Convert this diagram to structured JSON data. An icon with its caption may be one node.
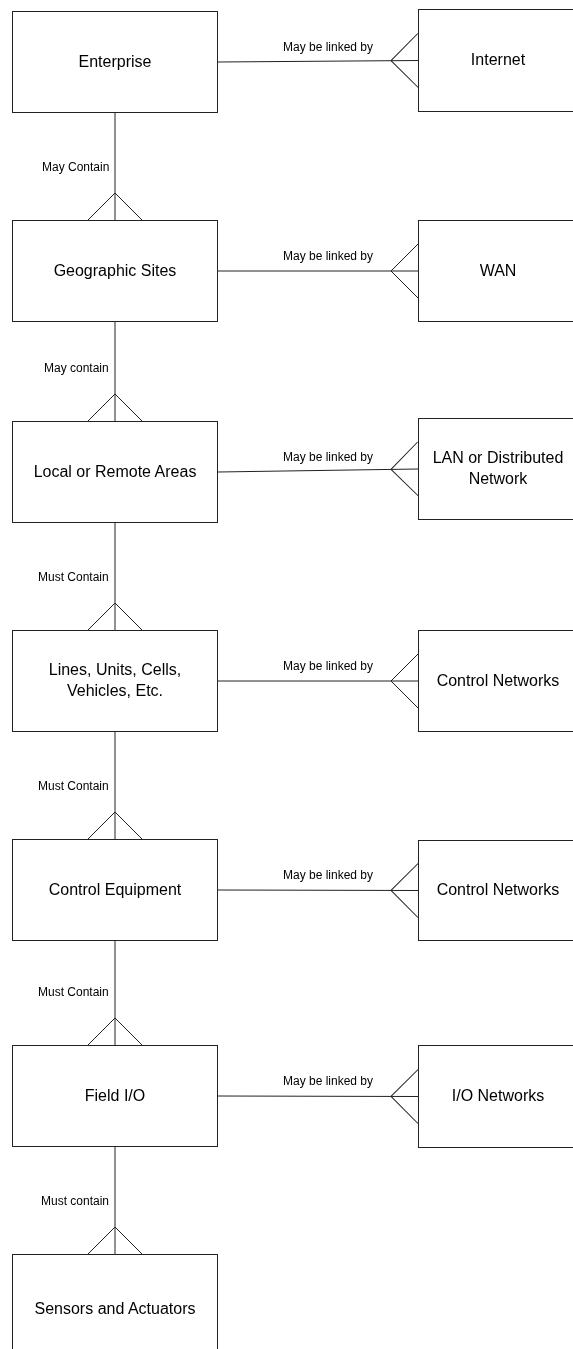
{
  "diagram": {
    "nodes": [
      {
        "text": [
          "Enterprise"
        ]
      },
      {
        "text": [
          "Internet"
        ]
      },
      {
        "text": [
          "Geographic Sites"
        ]
      },
      {
        "text": [
          "WAN"
        ]
      },
      {
        "text": [
          "Local or Remote Areas"
        ]
      },
      {
        "text": [
          "LAN or Distributed Network"
        ]
      },
      {
        "text": [
          "Lines, Units, Cells, Vehicles, Etc."
        ]
      },
      {
        "text": [
          "Control Networks"
        ]
      },
      {
        "text": [
          "Control Equipment"
        ]
      },
      {
        "text": [
          "Control Networks"
        ]
      },
      {
        "text": [
          "Field I/O"
        ]
      },
      {
        "text": [
          "I/O Networks"
        ]
      },
      {
        "text": [
          "Sensors and Actuators"
        ]
      }
    ],
    "edges": [
      {
        "from": 0,
        "to": 1,
        "arrow": "other",
        "label": "May be linked by"
      },
      {
        "from": 0,
        "to": 2,
        "arrow": "other",
        "label": "May Contain"
      },
      {
        "from": 2,
        "to": 3,
        "arrow": "other",
        "label": "May be linked by"
      },
      {
        "from": 2,
        "to": 4,
        "arrow": "other",
        "label": "May contain"
      },
      {
        "from": 4,
        "to": 5,
        "arrow": "other",
        "label": "May be linked by"
      },
      {
        "from": 4,
        "to": 6,
        "arrow": "other",
        "label": "Must Contain"
      },
      {
        "from": 6,
        "to": 7,
        "arrow": "other",
        "label": "May be linked by"
      },
      {
        "from": 6,
        "to": 8,
        "arrow": "other",
        "label": "Must Contain"
      },
      {
        "from": 8,
        "to": 9,
        "arrow": "other",
        "label": "May be linked by"
      },
      {
        "from": 8,
        "to": 10,
        "arrow": "other",
        "label": "Must Contain"
      },
      {
        "from": 10,
        "to": 11,
        "arrow": "other",
        "label": "May be linked by"
      },
      {
        "from": 10,
        "to": 12,
        "arrow": "other",
        "label": "Must contain"
      }
    ]
  }
}
